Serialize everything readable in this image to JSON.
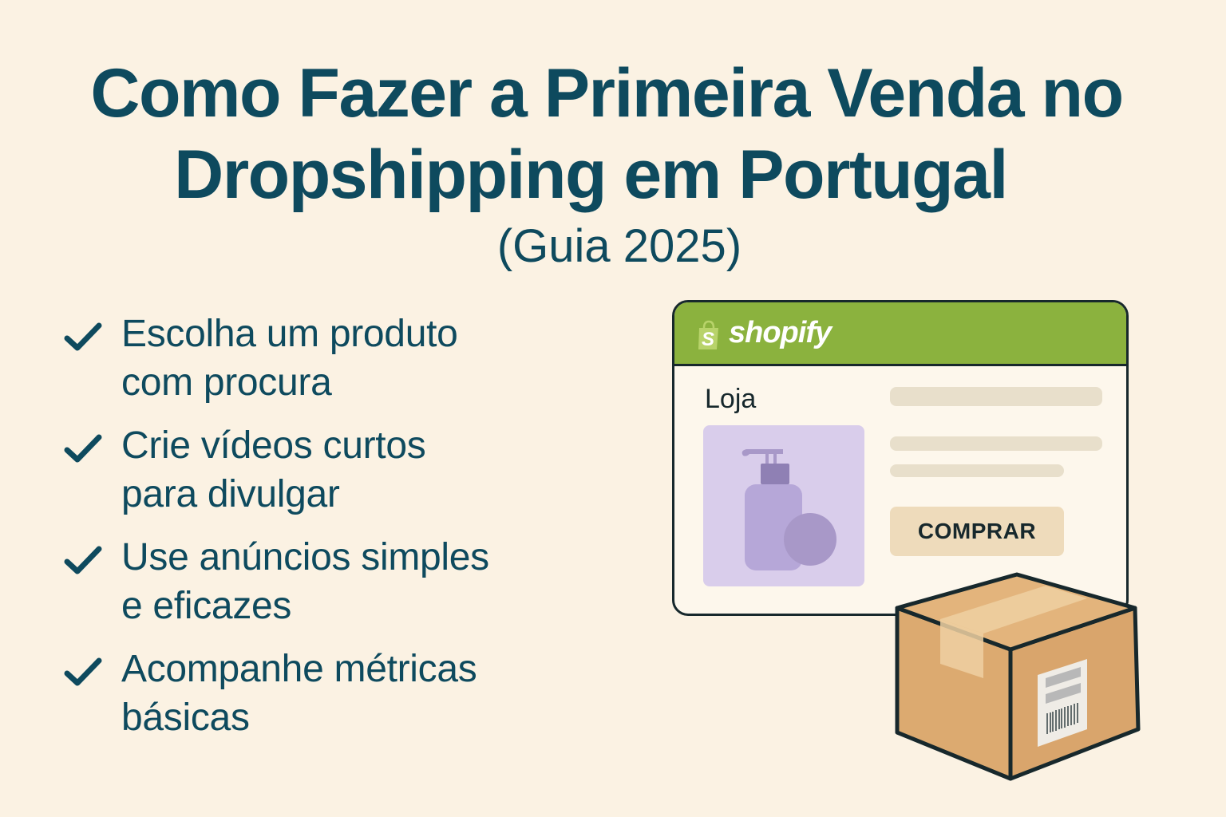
{
  "header": {
    "title_line1": "Como Fazer a Primeira Venda no",
    "title_line2": "Dropshipping em Portugal",
    "subtitle": "(Guia 2025)"
  },
  "checklist": {
    "icon": "check-icon",
    "items": [
      {
        "line1": "Escolha um produto",
        "line2": "com procura"
      },
      {
        "line1": "Crie vídeos curtos",
        "line2": "para divulgar"
      },
      {
        "line1": "Use anúncios simples",
        "line2": "e eficazes"
      },
      {
        "line1": "Acompanhe métricas",
        "line2": "básicas"
      }
    ]
  },
  "store_mockup": {
    "brand_name": "shopify",
    "brand_icon": "shopify-bag-icon",
    "store_label": "Loja",
    "product_icon": "soap-bottle-icon",
    "buy_button_label": "COMPRAR",
    "colors": {
      "header_green": "#8bb23e",
      "product_bg": "#d9cdeb",
      "button_bg": "#eedbbb"
    }
  },
  "illustration": {
    "package_icon": "cardboard-box-icon"
  },
  "colors": {
    "background": "#fbf2e3",
    "text_primary": "#0e4a5e"
  }
}
